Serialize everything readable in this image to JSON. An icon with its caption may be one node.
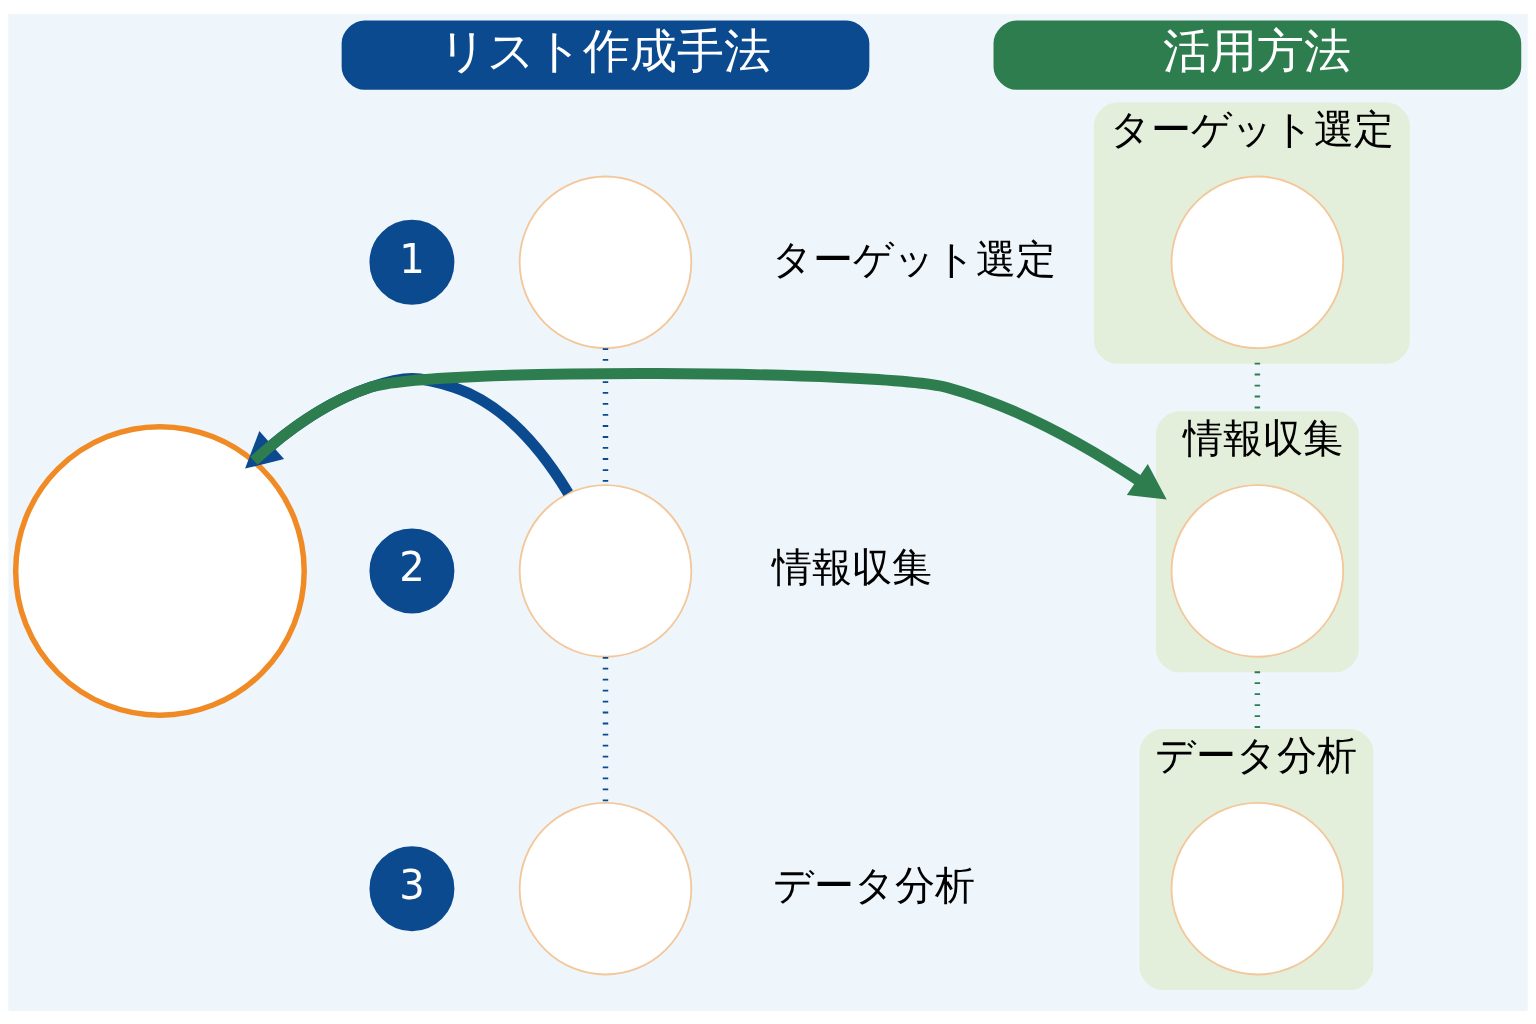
{
  "diagram": {
    "nodes": [
      {
        "text": [
          "リスト作成手法"
        ]
      },
      {
        "text": [
          "1"
        ]
      },
      {
        "text": [],
        "shape": "circle",
        "beside": [
          "ターゲット選定"
        ]
      },
      {
        "text": [
          "2"
        ]
      },
      {
        "text": [],
        "shape": "circle",
        "beside": [
          "情報収集"
        ]
      },
      {
        "text": [
          "3"
        ]
      },
      {
        "text": [],
        "shape": "circle",
        "beside": [
          "データ分析"
        ]
      },
      {
        "text": [],
        "shape": "circle"
      },
      {
        "text": [
          "活用方法"
        ]
      },
      {
        "text": [
          "ターゲット選定"
        ]
      },
      {
        "text": [],
        "shape": "circle",
        "in": 9
      },
      {
        "text": [
          "情報収集"
        ]
      },
      {
        "text": [],
        "shape": "circle",
        "in": 11
      },
      {
        "text": [
          "データ分析"
        ]
      },
      {
        "text": [],
        "shape": "circle",
        "in": 13
      }
    ],
    "edges": [
      {
        "from": 2,
        "to": 4,
        "arrow": "none",
        "style": "dashed",
        "color": "#0b4a8f"
      },
      {
        "from": 4,
        "to": 6,
        "arrow": "none",
        "style": "dashed",
        "color": "#0b4a8f"
      },
      {
        "from": 4,
        "to": 7,
        "arrow": "to",
        "style": "thick",
        "color": "#0b4a8f"
      },
      {
        "from": 7,
        "to": 11,
        "arrow": "to",
        "style": "thick",
        "color": "#2e7d4f"
      },
      {
        "from": 9,
        "to": 11,
        "arrow": "none",
        "style": "dashed",
        "color": "#2e7d4f"
      },
      {
        "from": 11,
        "to": 13,
        "arrow": "none",
        "style": "dashed",
        "color": "#2e7d4f"
      }
    ]
  }
}
